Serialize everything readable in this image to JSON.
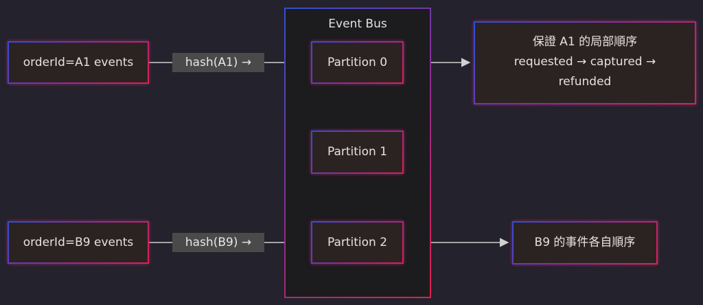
{
  "cluster": {
    "title": "Event Bus"
  },
  "nodes": {
    "orderA1": "orderId=A1 events",
    "orderB9": "orderId=B9 events",
    "partition0": "Partition 0",
    "partition1": "Partition 1",
    "partition2": "Partition 2",
    "guaranteeA1": {
      "line1": "保證 A1 的局部順序",
      "line2": "requested → captured →",
      "line3": "refunded"
    },
    "resultB9": "B9 的事件各自順序"
  },
  "edges": {
    "hashA1": "hash(A1) →",
    "hashB9": "hash(B9) →"
  },
  "colors": {
    "background": "#24222c",
    "node_fill": "#2b2322",
    "cluster_fill": "#1c1b1d",
    "border_blue": "#2f4fd6",
    "border_red": "#e0204e",
    "edge": "#d0d0d0",
    "edge_label_bg": "#4a4a4a"
  }
}
